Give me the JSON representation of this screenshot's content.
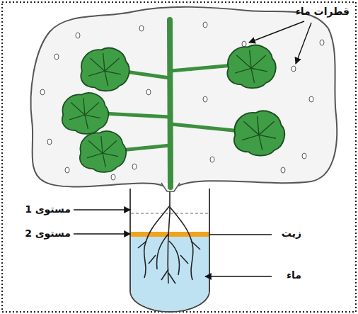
{
  "diagram": {
    "labels": [
      "قطرات ماء",
      "مستوى 1",
      "مستوى 2",
      "زيت",
      "ماء"
    ]
  }
}
